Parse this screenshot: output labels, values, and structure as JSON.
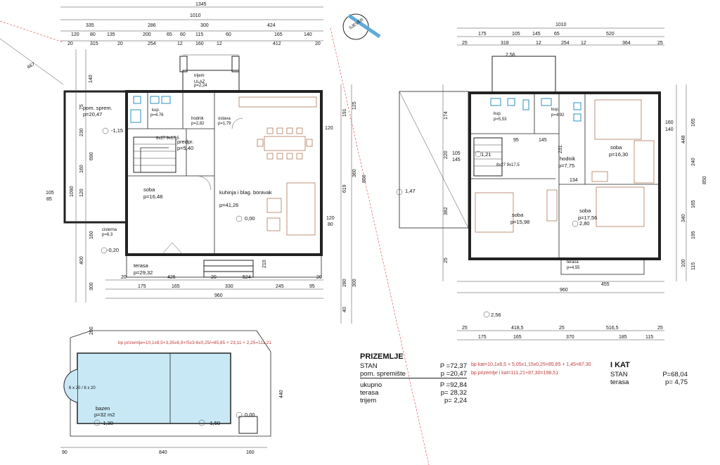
{
  "ground_floor": {
    "top_dims": [
      "1345",
      "1010"
    ],
    "dims_row2": [
      "335",
      "286",
      "300",
      "424"
    ],
    "dims_row3": [
      "120",
      "80",
      "135",
      "200",
      "65",
      "60",
      "115",
      "60",
      "165",
      "140"
    ],
    "dims_row4": [
      "20",
      "315",
      "20",
      "254",
      "12",
      "160",
      "12",
      "412",
      "20"
    ],
    "rooms": [
      {
        "name": "pom. sprem.",
        "area": "p=20,47"
      },
      {
        "name": "kup.",
        "area": "p=4,76"
      },
      {
        "name": "hodnik",
        "area": "p=2,82"
      },
      {
        "name": "ostava",
        "area": "p=1,79"
      },
      {
        "name": "trijem",
        "area": "p=2,24"
      },
      {
        "name": "predpr.",
        "area": "p=5,40"
      },
      {
        "name": "soba",
        "area": "p=16,48"
      },
      {
        "name": "kuhinja i blag. boravak",
        "area": "p=41,26"
      },
      {
        "name": "terasa",
        "area": "p=29,32"
      },
      {
        "name": "cisterna",
        "area": "p=6,3"
      }
    ],
    "entry_label": "ULAZ",
    "stair_label": "8x27 9x17,5",
    "levels": [
      "-1,15",
      "0,00",
      "-0,20",
      "-1,30",
      "-1,50",
      "0,00"
    ],
    "bottom_dims": [
      "20",
      "426",
      "20",
      "524",
      "20"
    ],
    "bottom_dims2": [
      "175",
      "165",
      "330",
      "245",
      "95"
    ],
    "bottom_total": "960",
    "left_dims": [
      "467",
      "140",
      "75",
      "230",
      "160",
      "1090",
      "690",
      "120",
      "105",
      "85",
      "160",
      "400",
      "300",
      "200"
    ],
    "right_dims": [
      "191",
      "125",
      "120",
      "360",
      "619",
      "850",
      "120",
      "80",
      "210",
      "280",
      "300",
      "40"
    ],
    "pool": {
      "name": "bazen",
      "area": "p=32 m2",
      "level": "-1,30",
      "level2": "-1,50",
      "stairs": "6 x 20 / 6 x 20",
      "dims": [
        "90",
        "840",
        "160"
      ],
      "side": "440"
    },
    "red_formula": "bp prizemlje=10,1x8,5+3,35x6,9+/5x3-6x0,25/=85,85 + 23,11 + 2,25=111,21"
  },
  "first_floor": {
    "top_dims": [
      "1010"
    ],
    "dims_row2": [
      "175",
      "105",
      "145",
      "65",
      "520"
    ],
    "dims_row3": [
      "25",
      "318",
      "12",
      "254",
      "12",
      "364",
      "25"
    ],
    "balcony": "2,56",
    "rooms": [
      {
        "name": "kup.",
        "area": "p=5,53"
      },
      {
        "name": "kup.",
        "area": "p=4,92"
      },
      {
        "name": "soba",
        "area": "p=16,30"
      },
      {
        "name": "hodnik",
        "area": "p=7,75"
      },
      {
        "name": "soba",
        "area": "p=15,98"
      },
      {
        "name": "soba",
        "area": "p=17,56"
      },
      {
        "name": "terasa",
        "area": "p=4,55"
      }
    ],
    "stair_label": "8x27 9x17,5",
    "levels": [
      "1,47",
      "1,21",
      "2,80",
      "2,56"
    ],
    "bottom_dims": [
      "25",
      "418,5",
      "25",
      "516,5",
      "25"
    ],
    "bottom_dims2": [
      "175",
      "165",
      "370",
      "185",
      "115"
    ],
    "bottom_total": "960",
    "small_dims": [
      "455",
      "134",
      "95",
      "145",
      "231"
    ],
    "right_dims": [
      "448",
      "165",
      "240",
      "850",
      "340",
      "165",
      "195",
      "100",
      "115",
      "160",
      "140"
    ],
    "left_dims": [
      "174",
      "220",
      "382",
      "105",
      "145",
      "25"
    ],
    "red_formula_1": "bp kat=10,1x8,5 + 5,05x1,15x0,25=85,85 + 1,45=87,30",
    "red_formula_2": "bp prizemlje i kat=111,21+87,30=198,51"
  },
  "compass": "SJEVER",
  "summary_ground": {
    "title": "PRIZEMLJE",
    "rows": [
      {
        "label": "STAN",
        "value": "P =72,37",
        "bold": false
      },
      {
        "label": "pom. spremište",
        "value": "p =20,47",
        "bold": false
      },
      {
        "label": "ukupno",
        "value": "P =92,84",
        "bold": false
      },
      {
        "label": "terasa",
        "value": "p= 28,32",
        "bold": false
      },
      {
        "label": "trijem",
        "value": "p= 2,24",
        "bold": false
      }
    ]
  },
  "summary_first": {
    "title": "I KAT",
    "rows": [
      {
        "label": "STAN",
        "value": "P=68,04"
      },
      {
        "label": "terasa",
        "value": "p= 4,75"
      }
    ]
  }
}
